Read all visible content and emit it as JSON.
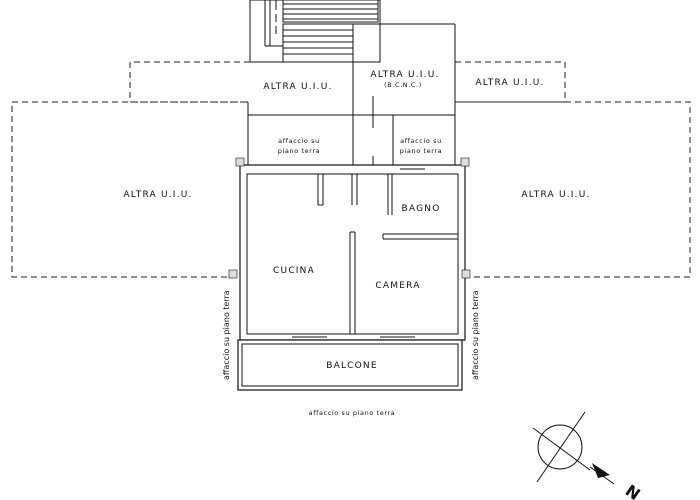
{
  "rooms": {
    "altra_left": "ALTRA U.I.U.",
    "altra_top_left": "ALTRA U.I.U.",
    "altra_center": "ALTRA U.I.U.",
    "altra_center_sub": "(B.C.N.C.)",
    "altra_top_right": "ALTRA U.I.U.",
    "altra_right": "ALTRA U.I.U.",
    "affaccio_left": "affaccio su",
    "affaccio_left_sub": "piano terra",
    "affaccio_right": "affaccio su",
    "affaccio_right_sub": "piano terra",
    "bagno": "BAGNO",
    "cucina": "CUCINA",
    "camera": "CAMERA",
    "balcone": "BALCONE"
  },
  "notes": {
    "side_left": "affaccio su piano terra",
    "side_right": "affaccio su piano terra",
    "bottom": "affaccio su piano terra"
  },
  "compass": {
    "north_letter": "N"
  }
}
